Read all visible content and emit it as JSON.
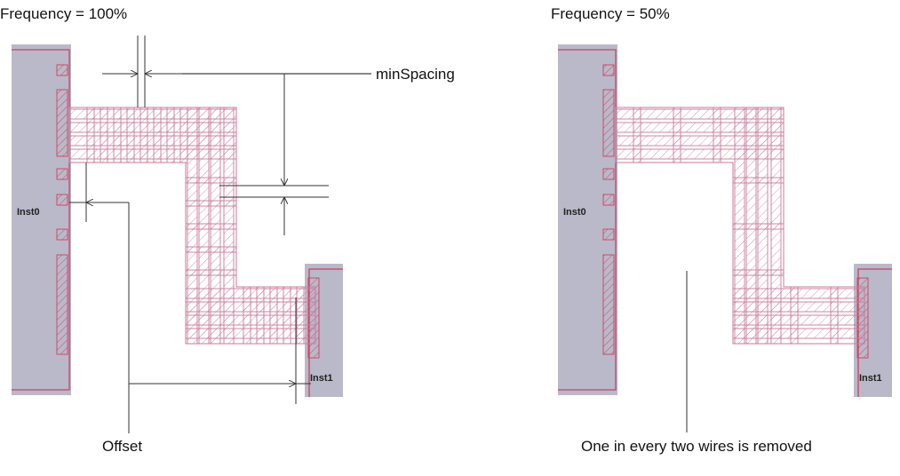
{
  "left": {
    "title": "Frequency = 100%",
    "inst0": "Inst0",
    "inst1": "Inst1",
    "min_spacing_label": "minSpacing",
    "offset_label": "Offset"
  },
  "right": {
    "title": "Frequency = 50%",
    "inst0": "Inst0",
    "inst1": "Inst1",
    "note": "One in every two wires is removed"
  },
  "colors": {
    "instance_fill": "#b9b9c9",
    "instance_edge": "#d0405f",
    "wire": "#c87a9a",
    "annotation": "#333333"
  }
}
